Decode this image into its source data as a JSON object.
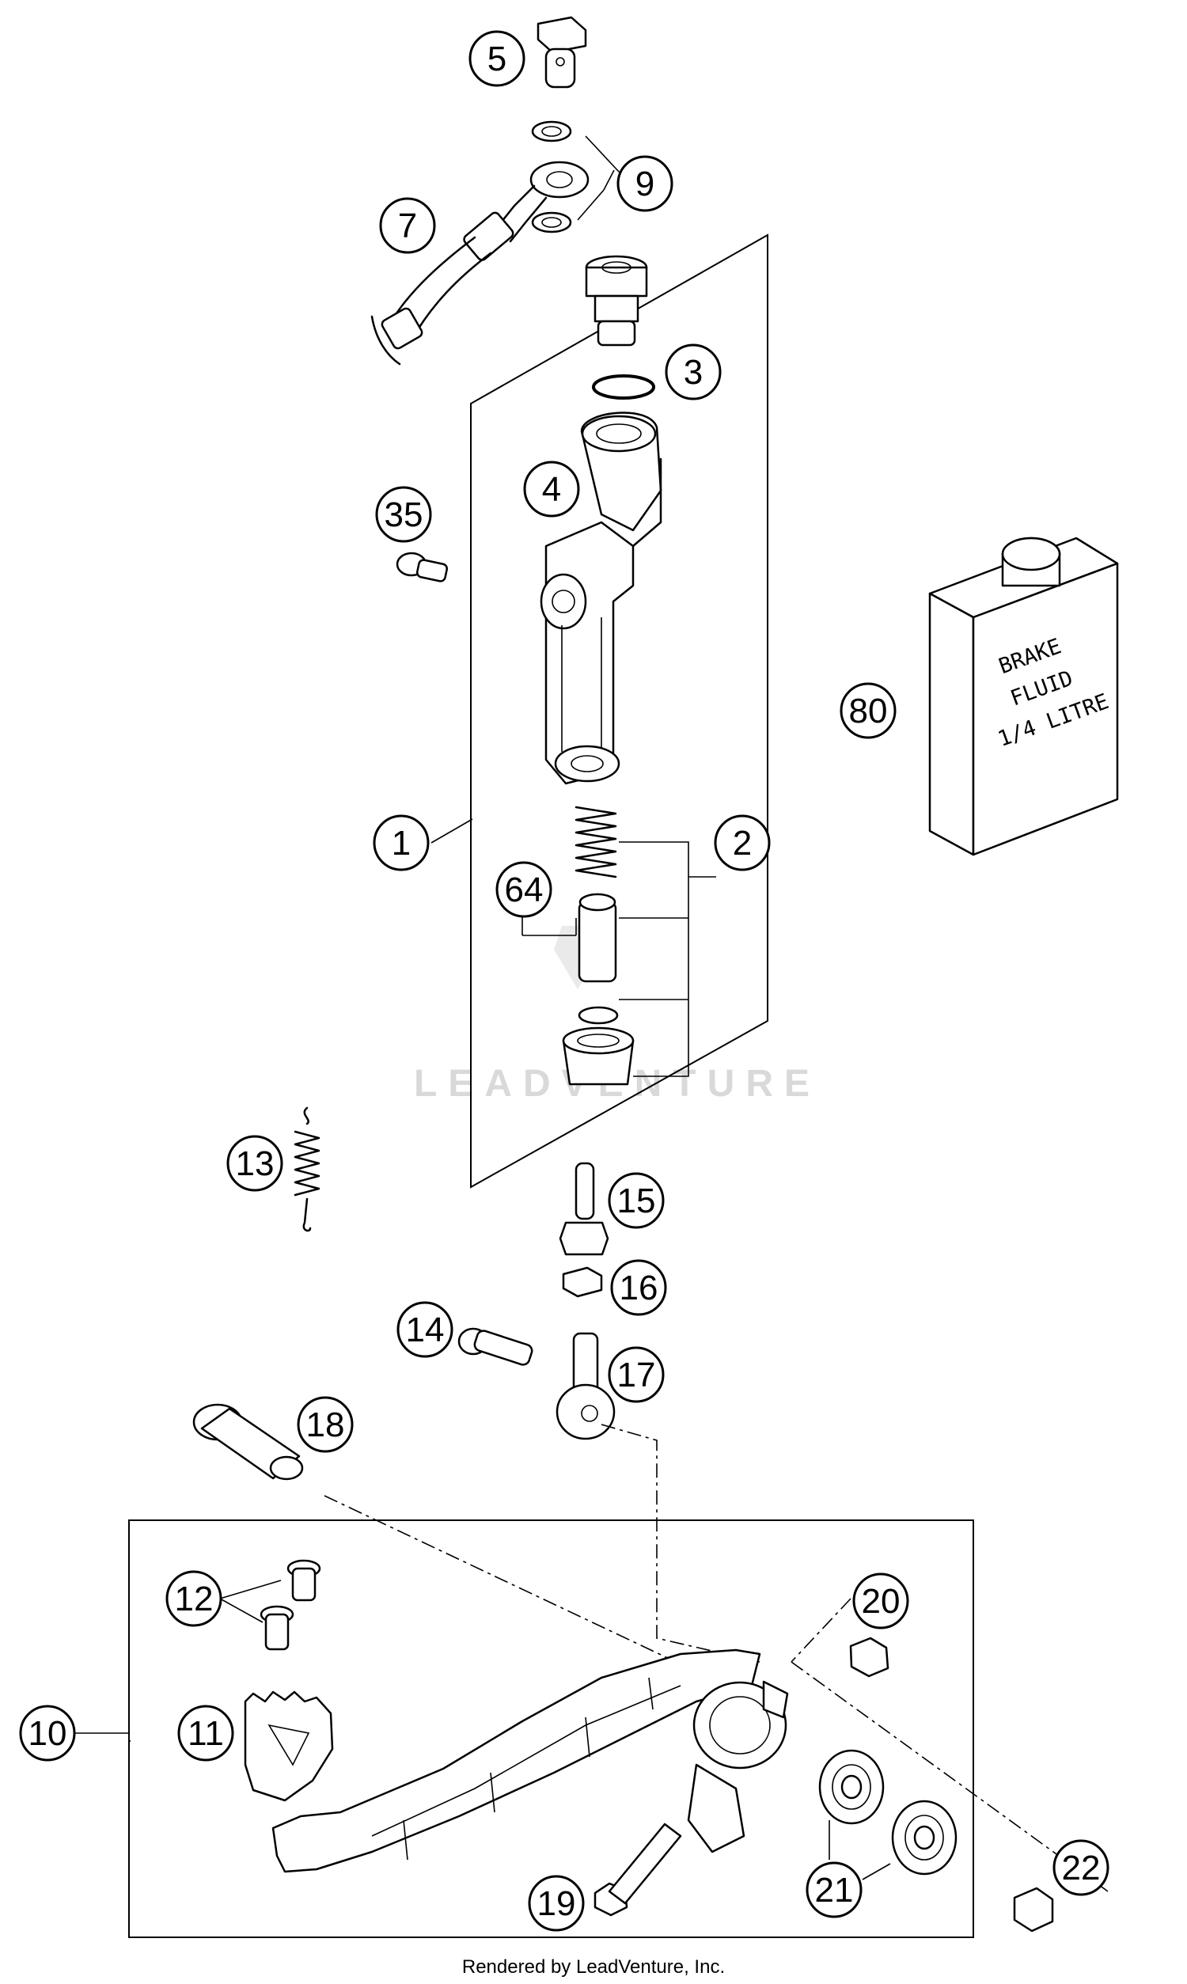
{
  "callouts": {
    "p1": "1",
    "p2": "2",
    "p3": "3",
    "p4": "4",
    "p5": "5",
    "p7": "7",
    "p9": "9",
    "p10": "10",
    "p11": "11",
    "p12": "12",
    "p13": "13",
    "p14": "14",
    "p15": "15",
    "p16": "16",
    "p17": "17",
    "p18": "18",
    "p19": "19",
    "p20": "20",
    "p21": "21",
    "p22": "22",
    "p35": "35",
    "p64": "64",
    "p80": "80"
  },
  "bottle_label": {
    "line1": "BRAKE",
    "line2": "FLUID",
    "line3": "1/4 LITRE"
  },
  "watermark": "LEADVENTURE",
  "footer": "Rendered by LeadVenture, Inc."
}
